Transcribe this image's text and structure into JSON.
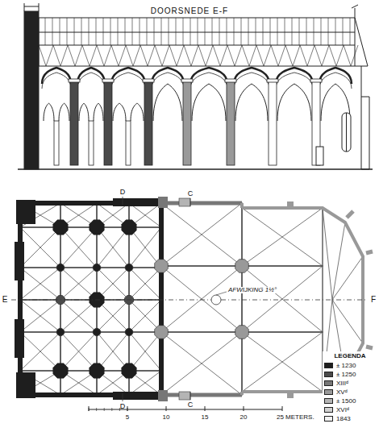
{
  "diagram": {
    "title": "DOORSNEDE E-F",
    "labels": [
      "E",
      "F",
      "D",
      "C",
      "D",
      "C",
      "AFWIJKING 1½°",
      "LEGENDA",
      "5",
      "10",
      "15",
      "20",
      "25 METERS."
    ],
    "legend": [
      {
        "text": "± 1230",
        "color": "#1e1e1e"
      },
      {
        "text": "± 1250",
        "color": "#4a4a4a"
      },
      {
        "text": "XIIIᵈ",
        "color": "#777777"
      },
      {
        "text": "XVᵈ",
        "color": "#999999"
      },
      {
        "text": "± 1500",
        "color": "#b4b4b4"
      },
      {
        "text": "XVIᵈ",
        "color": "#d2d2d2"
      },
      {
        "text": "1843",
        "color": "#f2f2f2"
      }
    ]
  }
}
